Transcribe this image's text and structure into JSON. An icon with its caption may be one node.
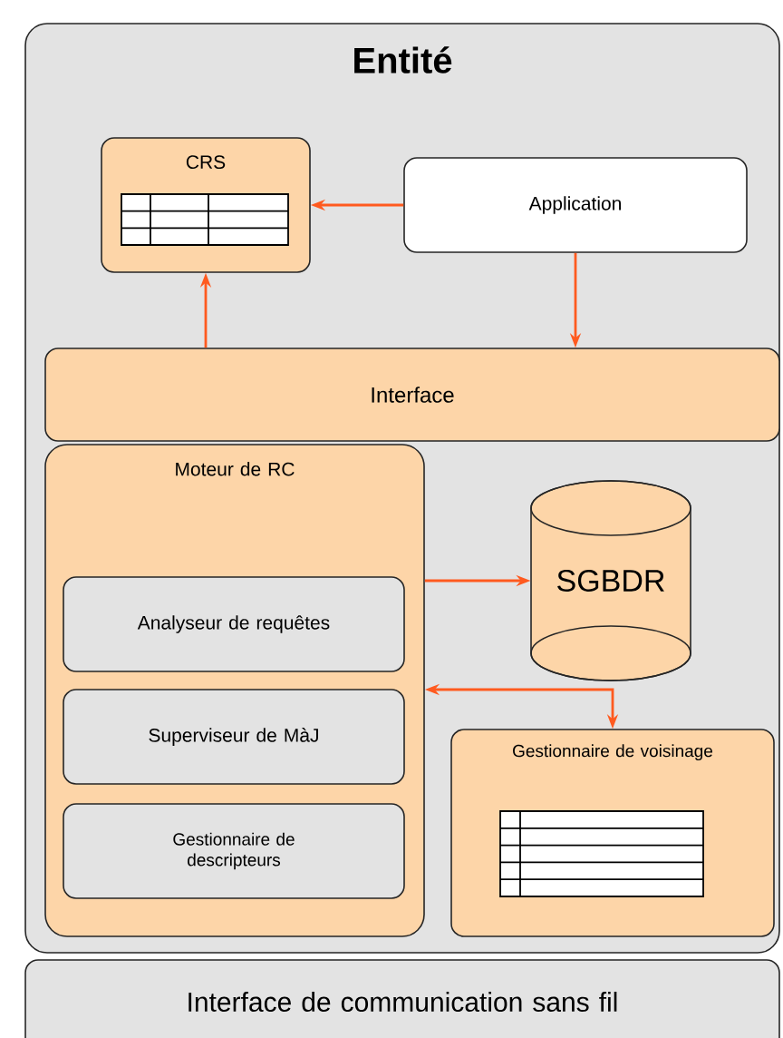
{
  "diagram": {
    "nodes": [
      {
        "text": [
          "Entité"
        ]
      },
      {
        "text": [
          "CRS"
        ],
        "in": 0
      },
      {
        "text": [
          "Application"
        ],
        "in": 0
      },
      {
        "text": [
          "Interface"
        ],
        "in": 0
      },
      {
        "text": [
          "Moteur de RC"
        ],
        "in": 0
      },
      {
        "text": [
          "Analyseur de requêtes"
        ],
        "in": 4
      },
      {
        "text": [
          "Superviseur de MàJ"
        ],
        "in": 4
      },
      {
        "text": [
          "Gestionnaire de descripteurs"
        ],
        "in": 4
      },
      {
        "text": [
          "SGBDR"
        ],
        "in": 0
      },
      {
        "text": [
          "Gestionnaire de voisinage"
        ],
        "in": 0
      },
      {
        "text": [
          "Interface de communication sans fil"
        ]
      }
    ],
    "edges": [
      {
        "from": 2,
        "to": 1,
        "arrow": "to"
      },
      {
        "from": 2,
        "to": 3,
        "arrow": "to"
      },
      {
        "from": 3,
        "to": 1,
        "arrow": "to"
      },
      {
        "from": 4,
        "to": 8,
        "arrow": "to"
      },
      {
        "from": 4,
        "to": 9,
        "arrow": "both"
      }
    ]
  }
}
